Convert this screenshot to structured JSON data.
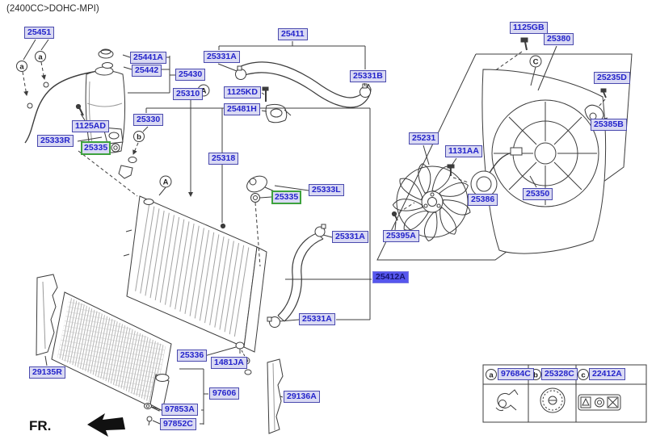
{
  "title": "(2400CC>DOHC-MPI)",
  "fr": "FR.",
  "labels": [
    {
      "text": "25451"
    },
    {
      "text": "25441A"
    },
    {
      "text": "25442"
    },
    {
      "text": "25430"
    },
    {
      "text": "25331A"
    },
    {
      "text": "25411"
    },
    {
      "text": "25331B"
    },
    {
      "text": "1125GB"
    },
    {
      "text": "25380"
    },
    {
      "text": "25235D"
    },
    {
      "text": "25385B"
    },
    {
      "text": "25310"
    },
    {
      "text": "1125KD"
    },
    {
      "text": "25481H"
    },
    {
      "text": "25330"
    },
    {
      "text": "25318"
    },
    {
      "text": "1125AD"
    },
    {
      "text": "25333R"
    },
    {
      "text": "25335"
    },
    {
      "text": "25231"
    },
    {
      "text": "1131AA"
    },
    {
      "text": "25386"
    },
    {
      "text": "25350"
    },
    {
      "text": "25395A"
    },
    {
      "text": "25333L"
    },
    {
      "text": "25335"
    },
    {
      "text": "25331A"
    },
    {
      "text": "25412A"
    },
    {
      "text": "25331A"
    },
    {
      "text": "25336"
    },
    {
      "text": "1481JA"
    },
    {
      "text": "29135R"
    },
    {
      "text": "97606"
    },
    {
      "text": "29136A"
    },
    {
      "text": "97853A"
    },
    {
      "text": "97852C"
    }
  ],
  "callouts": [
    {
      "letter": "a"
    },
    {
      "letter": "a"
    },
    {
      "letter": "b"
    },
    {
      "letter": "A"
    },
    {
      "letter": "A"
    },
    {
      "letter": "C"
    }
  ],
  "legend": {
    "items": [
      {
        "key": "a",
        "part": "97684C",
        "icon": "clamp-clip-icon"
      },
      {
        "key": "b",
        "part": "25328C",
        "icon": "pressure-cap-icon"
      },
      {
        "key": "c",
        "part": "22412A",
        "icon": "caution-label-icon"
      }
    ]
  },
  "colors": {
    "label_text": "#2424cb",
    "label_bg": "#d9d9f3",
    "label_border": "#4a4aae",
    "green_label_border": "#3ea23e",
    "highlight_bg": "#5656ee",
    "line_art": "#3c3c3c"
  }
}
